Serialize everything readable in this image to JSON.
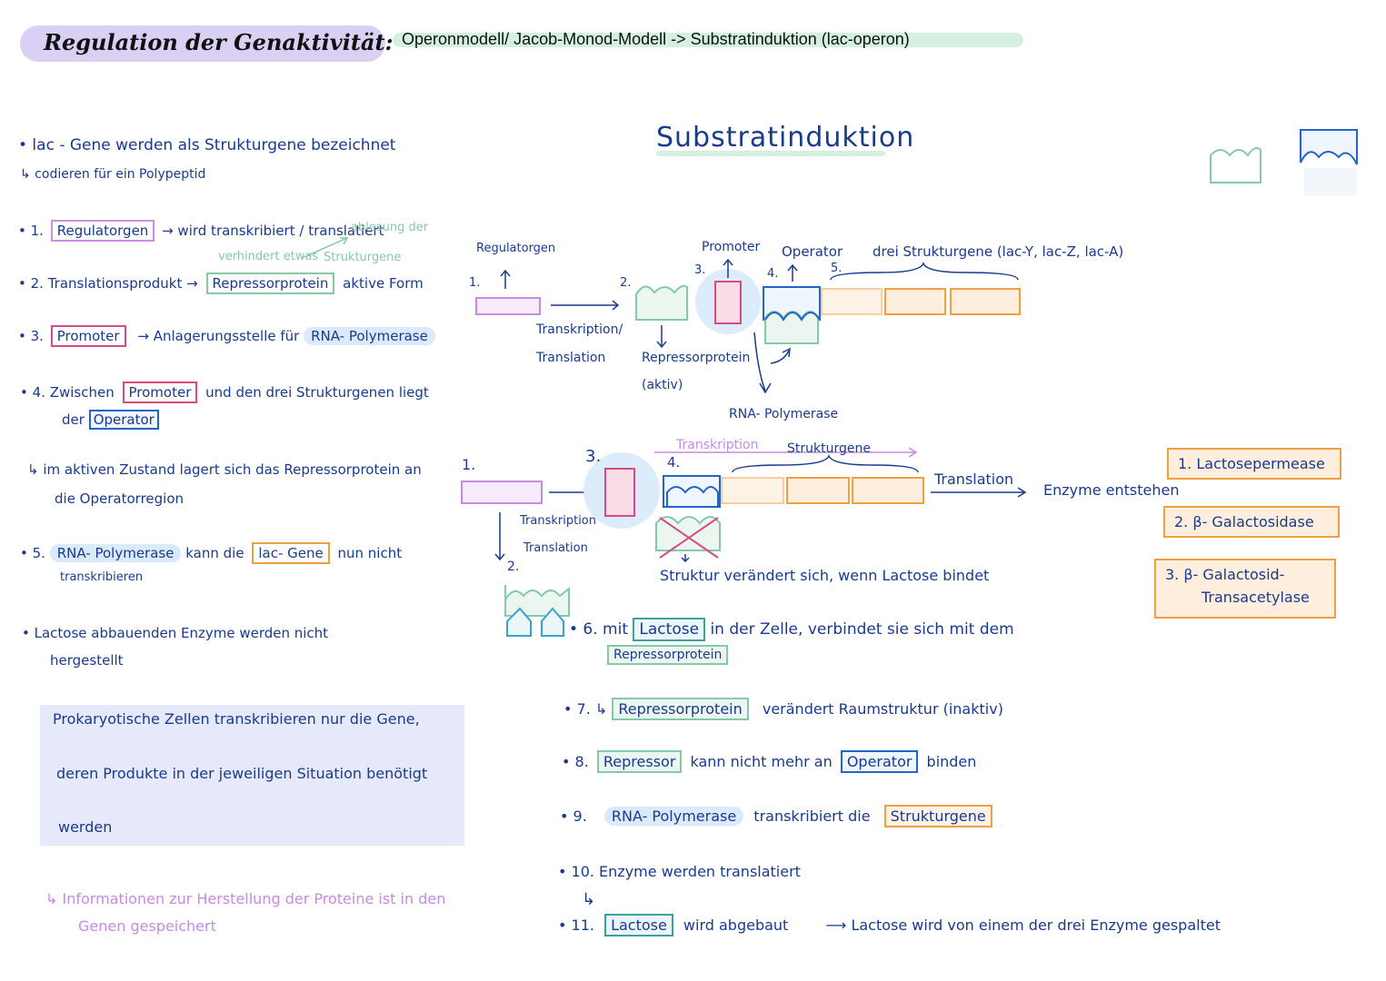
{
  "header": {
    "title": "Regulation der Genaktivität:",
    "subtitle": "Operonmodell/ Jacob-Monod-Modell -> Substratinduktion (lac-operon)"
  },
  "section_heading": "Substratinduktion",
  "left": {
    "intro1": "• lac - Gene werden als Strukturgene bezeichnet",
    "intro2": "↳ codieren für ein Polypeptid",
    "p1_prefix": "• 1.",
    "p1_box": "Regulatorgen",
    "p1_text": "→ wird transkribiert / translatiert",
    "p1_note1": "ablesung der",
    "p1_note2": "Strukturgene",
    "p1_note3": "verhindert etwas",
    "p2_prefix": "• 2. Translationsprodukt →",
    "p2_box": "Repressorprotein",
    "p2_text": "aktive Form",
    "p3_prefix": "• 3.",
    "p3_box": "Promoter",
    "p3_text": "→ Anlagerungsstelle für",
    "p3_hl": "RNA- Polymerase",
    "p4_prefix": "• 4. Zwischen",
    "p4_box": "Promoter",
    "p4_text": "und den drei Strukturgenen liegt",
    "p4_text2": "der",
    "p4_box2": "Operator",
    "p4b_line1": "↳ im aktiven Zustand lagert sich das Repressorprotein an",
    "p4b_line2": "die Operatorregion",
    "p5_prefix": "• 5.",
    "p5_hl": "RNA- Polymerase",
    "p5_text": "kann die",
    "p5_box": "lac- Gene",
    "p5_text2": "nun nicht",
    "p5_line2": "transkribieren",
    "p6_line1": "• Lactose abbauenden Enzyme werden nicht",
    "p6_line2": "hergestellt",
    "summary_line1": "Prokaryotische Zellen transkribieren nur die Gene,",
    "summary_line2": "deren Produkte in der jeweiligen Situation benötigt",
    "summary_line3": "werden",
    "footer_line1": "↳ Informationen zur Herstellung der Proteine ist in den",
    "footer_line2": "Genen gespeichert"
  },
  "diagram1": {
    "regulatorgen": "Regulatorgen",
    "num1": "1.",
    "num2": "2.",
    "num3": "3.",
    "num4": "4.",
    "num5": "5.",
    "promoter": "Promoter",
    "operator": "Operator",
    "strukturgene": "drei Strukturgene (lac-Y, lac-Z, lac-A)",
    "transkription": "Transkription/",
    "translation": "Translation",
    "repressor": "Repressorprotein",
    "aktiv": "(aktiv)",
    "rna_pol": "RNA- Polymerase"
  },
  "diagram2": {
    "num1": "1.",
    "num2": "2.",
    "num3": "3.",
    "num4": "4.",
    "transkription_top": "Transkription",
    "strukturgene": "Strukturgene",
    "transkription": "Transkription",
    "translation_small": "Translation",
    "translation": "Translation",
    "enzyme": "Enzyme entstehen",
    "struktur": "Struktur verändert sich, wenn Lactose bindet"
  },
  "enzymes": [
    "1. Lactosepermease",
    "2. β- Galactosidase",
    "3. β- Galactosid-",
    "Transacetylase"
  ],
  "steps": {
    "s6_prefix": "• 6. mit",
    "s6_box": "Lactose",
    "s6_text": "in der Zelle, verbindet sie sich mit dem",
    "s6_box2": "Repressorprotein",
    "s7_prefix": "• 7. ↳",
    "s7_box": "Repressorprotein",
    "s7_text": "verändert Raumstruktur (inaktiv)",
    "s8_prefix": "• 8.",
    "s8_box": "Repressor",
    "s8_text": "kann nicht mehr an",
    "s8_box2": "Operator",
    "s8_text2": "binden",
    "s9_prefix": "• 9.",
    "s9_hl": "RNA- Polymerase",
    "s9_text": "transkribiert die",
    "s9_box": "Strukturgene",
    "s10": "• 10. Enzyme werden translatiert",
    "s10_arrow": "↳",
    "s11_prefix": "• 11.",
    "s11_box": "Lactose",
    "s11_text": "wird abgebaut",
    "s11_text2": "⟶ Lactose wird von einem der drei Enzyme gespaltet"
  }
}
